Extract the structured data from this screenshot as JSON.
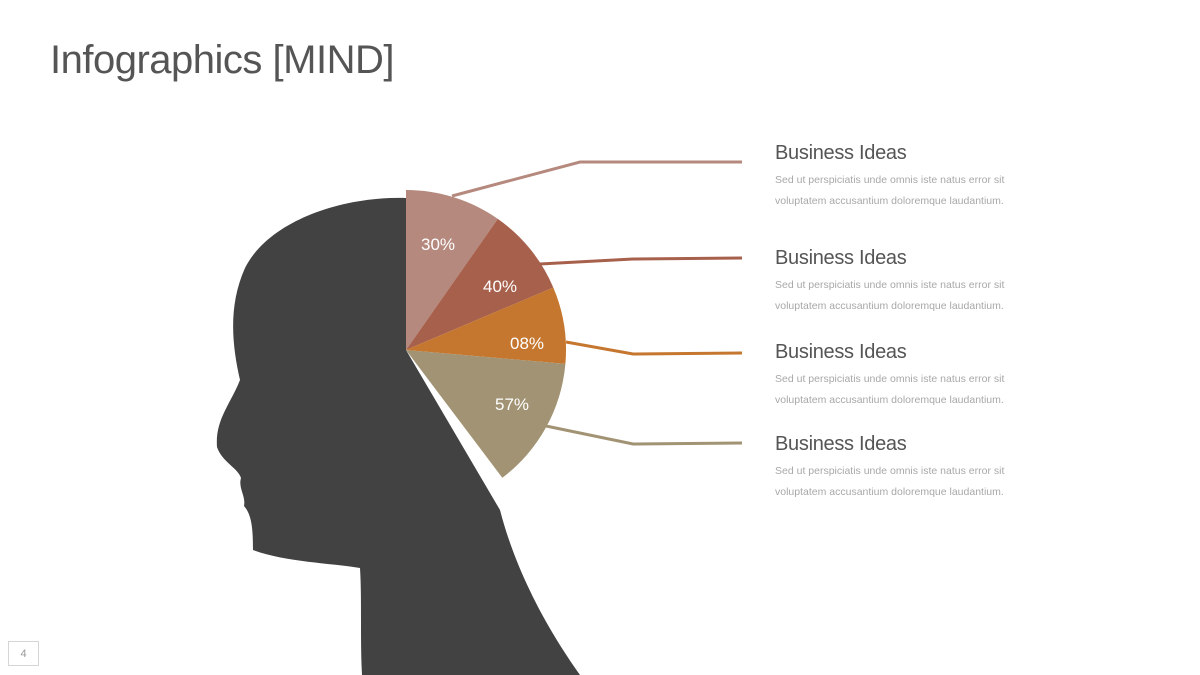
{
  "title": "Infographics [MIND]",
  "page_number": "4",
  "items": [
    {
      "title": "Business Ideas",
      "description": "Sed ut perspiciatis unde omnis iste natus error sit voluptatem accusantium doloremque laudantium."
    },
    {
      "title": "Business Ideas",
      "description": "Sed ut perspiciatis unde omnis iste natus error sit voluptatem accusantium doloremque laudantium."
    },
    {
      "title": "Business Ideas",
      "description": "Sed ut perspiciatis unde omnis iste natus error sit voluptatem accusantium doloremque laudantium."
    },
    {
      "title": "Business Ideas",
      "description": "Sed ut perspiciatis unde omnis iste natus error sit voluptatem accusantium doloremque laudantium."
    }
  ],
  "chart_data": {
    "type": "pie",
    "slices": [
      {
        "label": "30%",
        "color": "#b5897d"
      },
      {
        "label": "40%",
        "color": "#a7604c"
      },
      {
        "label": "08%",
        "color": "#c6772f"
      },
      {
        "label": "57%",
        "color": "#a19373"
      }
    ],
    "head_color": "#424242"
  }
}
